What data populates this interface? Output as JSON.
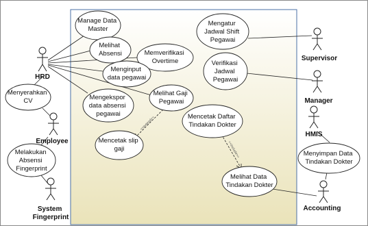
{
  "colors": {
    "boundary_top": "#ffffff",
    "boundary_bottom": "#eae3b9",
    "boundary_stroke": "#4a6fa5",
    "usecase_fill": "#ffffff",
    "line": "#222222",
    "page_border": "#888888"
  },
  "actors": {
    "hrd": "HRD",
    "employee": "Employee",
    "system_fingerprint": [
      "System",
      "Fingerprint"
    ],
    "supervisor": "Supervisor",
    "manager": "Manager",
    "hmis": "HMIS",
    "accounting": "Accounting"
  },
  "use_cases": {
    "manage_data_master": [
      "Manage Data",
      "Master"
    ],
    "melihat_absensi": [
      "Melihat",
      "Absensi"
    ],
    "memverifikasi_overtime": [
      "Memverifikasi",
      "Overtime"
    ],
    "menginput_data_pegawai": [
      "Menginput",
      "data pegawai"
    ],
    "mengekspor_data_absensi": [
      "Mengekspor",
      "data absensi",
      "pegawai"
    ],
    "melihat_gaji_pegawai": [
      "Melihat Gaji",
      "Pegawai"
    ],
    "mencetak_slip_gaji": [
      "Mencetak slip",
      "gaji"
    ],
    "mengatur_jadwal_shift": [
      "Mengatur",
      "Jadwal Shift",
      "Pegawai"
    ],
    "verifikasi_jadwal": [
      "Verifikasi",
      "Jadwal",
      "Pegawai"
    ],
    "mencetak_daftar_tindakan": [
      "Mencetak Daftar",
      "Tindakan Dokter"
    ],
    "melihat_data_tindakan": [
      "Melihat Data",
      "Tindakan Dokter"
    ],
    "menyerahkan_cv": [
      "Menyerahkan",
      "CV"
    ],
    "melakukan_absensi": [
      "Melakukan",
      "Absensi",
      "Fingerprint"
    ],
    "menyimpan_data_tindakan": [
      "Menyimpan Data",
      "Tindakan Dokter"
    ]
  },
  "stereotypes": {
    "gaji_to_slip": "<<extend>>",
    "daftar_to_data": "<<include>>"
  }
}
